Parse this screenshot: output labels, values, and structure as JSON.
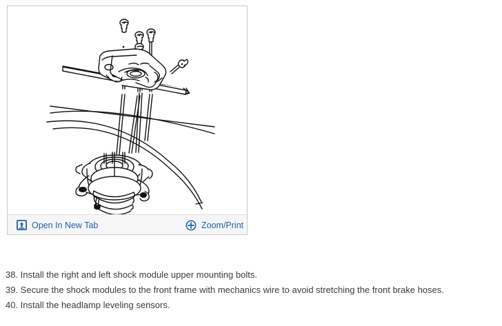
{
  "viewer": {
    "illustration_name": "front-shock-module-upper-mounting-diagram",
    "illustration_alt": "Line drawing of front shock module assembly with upper mounting bolts, coil spring and frame rails",
    "toolbar": {
      "open_new_tab": {
        "label": "Open In New Tab",
        "icon": "open-in-new-tab-icon"
      },
      "zoom_print": {
        "label": "Zoom/Print",
        "icon": "zoom-in-circle-icon"
      },
      "link_color": "#1f5fa8",
      "background_color": "#f6f6f8",
      "border_color": "#dcdce0"
    },
    "frame_border_color": "#c8c8c8"
  },
  "instructions": [
    "38. Install the right and left shock module upper mounting bolts.",
    "39. Secure the shock modules to the front frame with mechanics wire to avoid stretching the front brake hoses.",
    "40. Install the headlamp leveling sensors."
  ],
  "text_color": "#3a3a3a",
  "page_background": "#ffffff"
}
